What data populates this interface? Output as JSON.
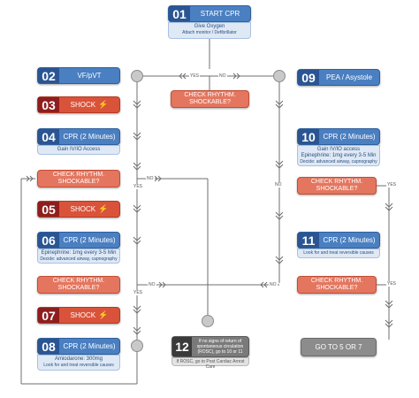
{
  "start": {
    "num": "01",
    "label": "START CPR",
    "sub1": "Give Oxygen",
    "sub2": "Attach monitor / Defibrillator"
  },
  "tags": {
    "yes": "YES",
    "no": "NO"
  },
  "check": {
    "line1": "CHECK RHYTHM.",
    "line2": "SHOCKABLE?"
  },
  "left": {
    "n02": {
      "num": "02",
      "label": "VF/pVT"
    },
    "n03": {
      "num": "03",
      "label": "SHOCK"
    },
    "n04": {
      "num": "04",
      "label": "CPR (2 Minutes)",
      "sub1": "Gain IV/IO Access"
    },
    "n05": {
      "num": "05",
      "label": "SHOCK"
    },
    "n06": {
      "num": "06",
      "label": "CPR (2 Minutes)",
      "sub1": "Epinephrine: 1mg every 3-5 Min",
      "sub2": "Decide: advanced airway, capnography"
    },
    "n07": {
      "num": "07",
      "label": "SHOCK"
    },
    "n08": {
      "num": "08",
      "label": "CPR (2 Minutes)",
      "sub1": "Amiodarone: 300mg",
      "sub2": "Look for and treat reversible causes"
    }
  },
  "right": {
    "n09": {
      "num": "09",
      "label": "PEA / Asystole"
    },
    "n10": {
      "num": "10",
      "label": "CPR (2 Minutes)",
      "sub1": "Gain IV/IO access",
      "sub2": "Epinephrine: 1mg every 3-5 Min",
      "sub3": "Decide: advanced airway, capnography"
    },
    "n11": {
      "num": "11",
      "label": "CPR (2 Minutes)",
      "sub1": "Look for and treat reversible causes"
    }
  },
  "n12": {
    "num": "12",
    "line1": "If no signs of return of",
    "line2": "spontaneous circulation",
    "line3": "(ROSC), go to 10 or 11",
    "sub": "If ROSC, go to Post Cardiac Arrest Care"
  },
  "goto": {
    "text": "GO TO 5 OR 7"
  },
  "colors": {
    "blue": "#4a7fc1",
    "dark_blue": "#2a5592",
    "check_red": "#e4765f",
    "shock_red": "#d9533a",
    "gray": "#8c8c8c",
    "bolt": "#ffd23f"
  },
  "icons": {
    "bolt": "lightning-bolt-icon"
  }
}
